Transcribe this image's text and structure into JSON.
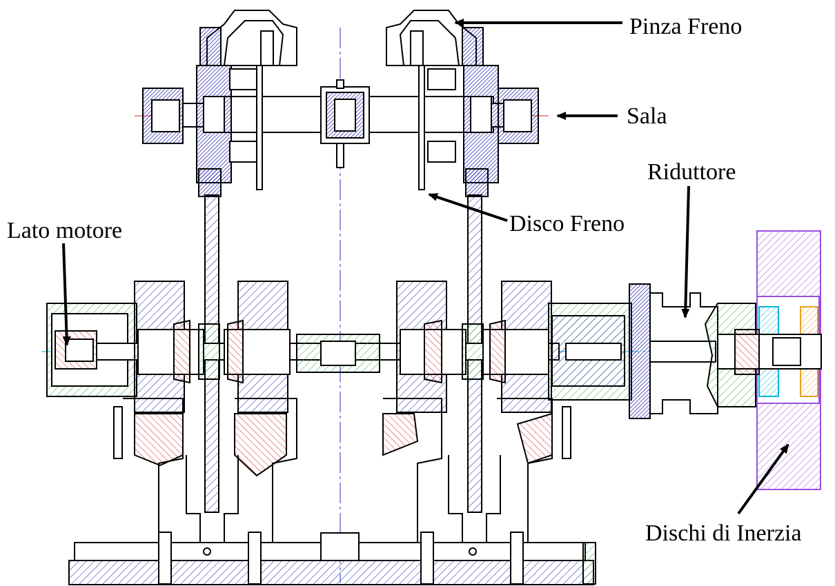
{
  "labels": {
    "pinza_freno": "Pinza Freno",
    "sala": "Sala",
    "riduttore": "Riduttore",
    "disco_freno": "Disco Freno",
    "lato_motore": "Lato motore",
    "dischi_inerzia": "Dischi di Inerzia"
  },
  "colors": {
    "outline": "#000000",
    "hatch_blue": "#1a1aa8",
    "hatch_red": "#d81e1e",
    "hatch_green": "#2fa82f",
    "hatch_purple": "#9a4fe0",
    "hatch_cyan": "#00b8d8",
    "hatch_orange": "#e8a020",
    "centerline_blue": "#2030c0",
    "centerline_cyan": "#00a8e0",
    "centerline_red": "#e02020"
  }
}
